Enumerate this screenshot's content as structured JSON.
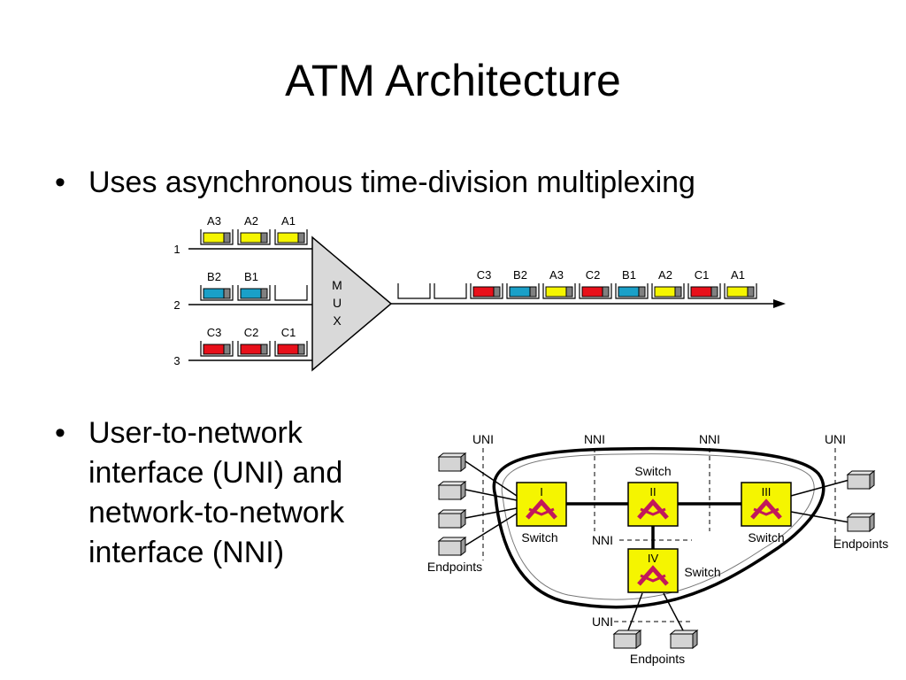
{
  "slide": {
    "title": "ATM Architecture",
    "bullets": [
      "Uses asynchronous time-division multiplexing",
      "User-to-network interface (UNI) and network-to-network interface (NNI)"
    ],
    "bullet_lines": [
      [
        "Uses asynchronous time-division multiplexing"
      ],
      [
        "User-to-network",
        "interface (UNI) and",
        "network-to-network",
        "interface (NNI)"
      ]
    ]
  },
  "mux_diagram": {
    "mux_label": [
      "M",
      "U",
      "X"
    ],
    "inputs": [
      {
        "line": "1",
        "cells": [
          "A3",
          "A2",
          "A1"
        ]
      },
      {
        "line": "2",
        "cells": [
          "B2",
          "B1",
          ""
        ]
      },
      {
        "line": "3",
        "cells": [
          "C3",
          "C2",
          "C1"
        ]
      }
    ],
    "output_cells": [
      "",
      "",
      "C3",
      "B2",
      "A3",
      "C2",
      "B1",
      "A2",
      "C1",
      "A1"
    ],
    "colors": {
      "A": "#f5f500",
      "B": "#1aa0c8",
      "C": "#e8101a",
      "tail": "#808080"
    }
  },
  "network_diagram": {
    "boundary_labels": [
      "UNI",
      "NNI",
      "NNI",
      "UNI"
    ],
    "switches": [
      {
        "id": "I",
        "label": "Switch"
      },
      {
        "id": "II",
        "label": "Switch"
      },
      {
        "id": "III",
        "label": "Switch"
      },
      {
        "id": "IV",
        "label": "Switch"
      }
    ],
    "nni_label": "NNI",
    "uni_bottom_label": "UNI",
    "endpoints_label": "Endpoints",
    "colors": {
      "switch": "#f5f500",
      "arrow": "#c2185b"
    }
  }
}
